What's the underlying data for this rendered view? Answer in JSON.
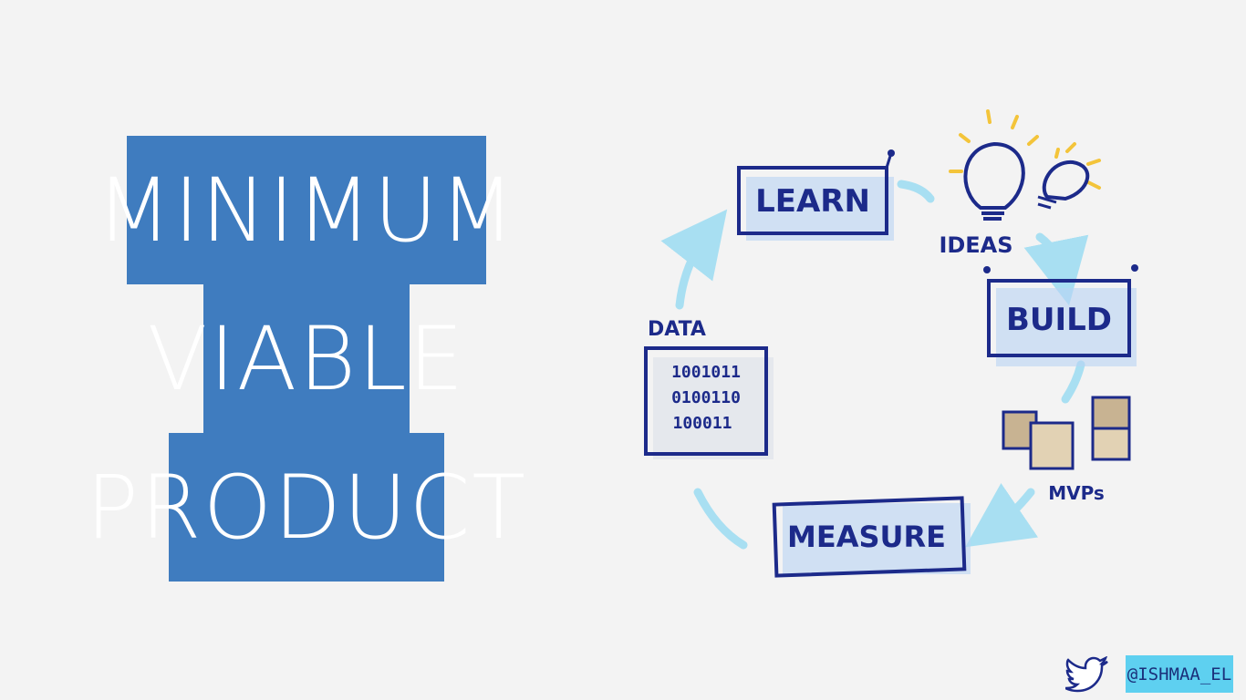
{
  "title": {
    "line1": "MINIMUM",
    "line2": "VIABLE",
    "line3": "PRODUCT"
  },
  "diagram": {
    "learn": "LEARN",
    "ideas": "IDEAS",
    "build": "BUILD",
    "mvps": "MVPs",
    "measure": "MEASURE",
    "data": "DATA",
    "binary": [
      "1001011",
      "0100110",
      "100011"
    ]
  },
  "footer": {
    "handle": "@ISHMAA_EL",
    "icon": "twitter-icon"
  },
  "colors": {
    "title_bg": "#3f7cbf",
    "ink": "#1c2a8a",
    "arrow": "#a8dff2",
    "badge": "#5ed0f0"
  }
}
